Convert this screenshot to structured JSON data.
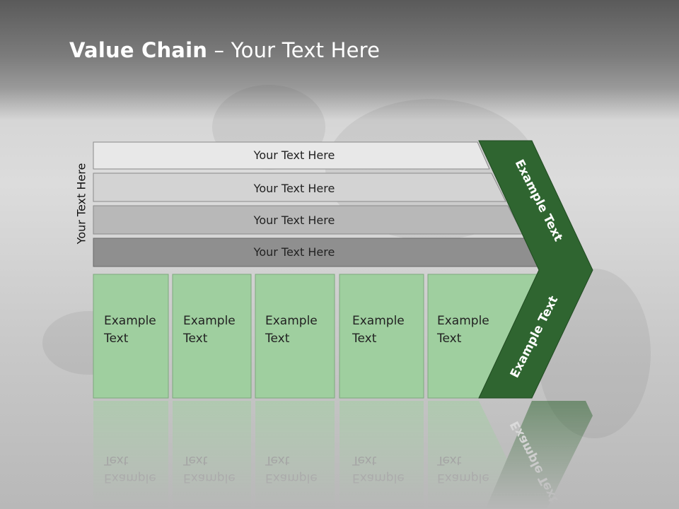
{
  "slide": {
    "title_bold": "Value Chain",
    "title_rest": " – Your Text Here",
    "side_label": "Your Text Here"
  },
  "bars": [
    {
      "label": "Your Text Here",
      "color": "#e8e8e8"
    },
    {
      "label": "Your Text Here",
      "color": "#d3d3d3"
    },
    {
      "label": "Your Text Here",
      "color": "#b8b8b8"
    },
    {
      "label": "Your Text Here",
      "color": "#8f8f8f"
    }
  ],
  "boxes": [
    {
      "line1": "Example",
      "line2": "Text"
    },
    {
      "line1": "Example",
      "line2": "Text"
    },
    {
      "line1": "Example",
      "line2": "Text"
    },
    {
      "line1": "Example",
      "line2": "Text"
    },
    {
      "line1": "Example",
      "line2": "Text"
    }
  ],
  "chevron": {
    "upper_label": "Example Text",
    "lower_label": "Example Text",
    "color": "#2f6530"
  },
  "colors": {
    "box_fill": "#9fcf9f",
    "box_stroke": "#7ea87e"
  }
}
